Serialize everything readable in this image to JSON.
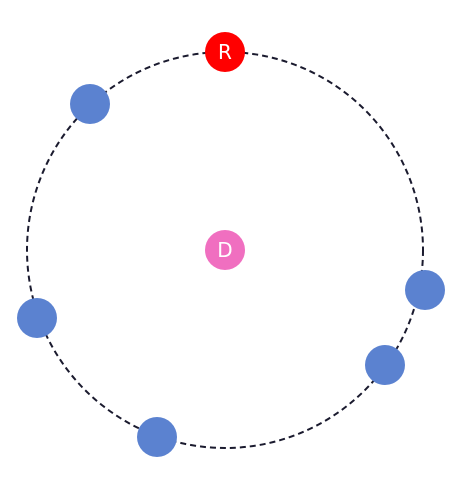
{
  "diagram": {
    "colors": {
      "background": "#ffffff",
      "ring_stroke": "#1a1a2e",
      "root_node": "#ff0000",
      "center_node": "#f06fc0",
      "peer_node": "#5b82d0",
      "label_text": "#ffffff"
    },
    "root_node": {
      "label": "R"
    },
    "center_node": {
      "label": "D"
    },
    "peer_nodes": [
      {
        "id": "peer-1"
      },
      {
        "id": "peer-2"
      },
      {
        "id": "peer-3"
      },
      {
        "id": "peer-4"
      },
      {
        "id": "peer-5"
      }
    ]
  }
}
